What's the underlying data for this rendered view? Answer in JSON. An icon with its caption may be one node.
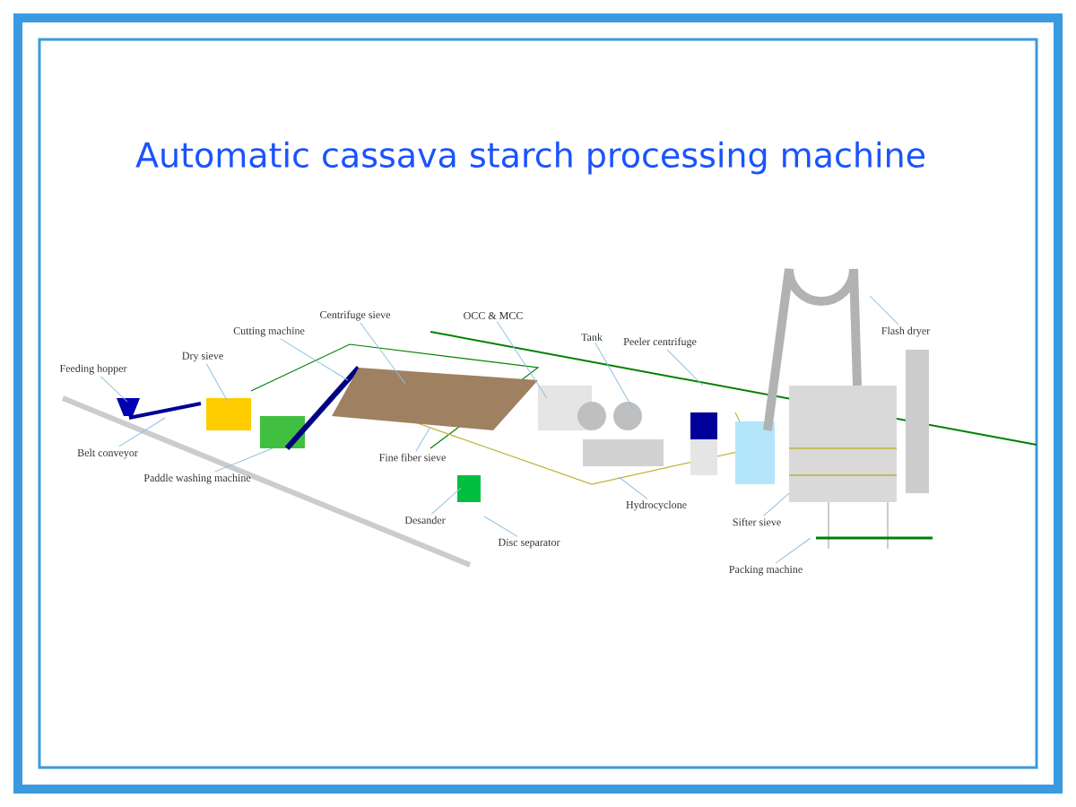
{
  "diagram": {
    "title": "Automatic cassava starch processing machine",
    "nodes": [
      {
        "text": [
          "Feeding hopper"
        ]
      },
      {
        "text": [
          "Dry sieve"
        ]
      },
      {
        "text": [
          "Cutting machine"
        ]
      },
      {
        "text": [
          "Centrifuge sieve"
        ]
      },
      {
        "text": [
          "OCC & MCC"
        ]
      },
      {
        "text": [
          "Tank"
        ]
      },
      {
        "text": [
          "Peeler centrifuge"
        ]
      },
      {
        "text": [
          "Flash dryer"
        ]
      },
      {
        "text": [
          "Belt conveyor"
        ]
      },
      {
        "text": [
          "Paddle washing machine"
        ]
      },
      {
        "text": [
          "Fine fiber sieve"
        ]
      },
      {
        "text": [
          "Desander"
        ]
      },
      {
        "text": [
          "Disc separator"
        ]
      },
      {
        "text": [
          "Hydrocyclone"
        ]
      },
      {
        "text": [
          "Sifter sieve"
        ]
      },
      {
        "text": [
          "Packing machine"
        ]
      }
    ],
    "edges": [
      {
        "from": 0,
        "to": null,
        "arrow": "none"
      },
      {
        "from": 1,
        "to": null,
        "arrow": "none"
      },
      {
        "from": 2,
        "to": null,
        "arrow": "none"
      },
      {
        "from": 3,
        "to": null,
        "arrow": "none"
      },
      {
        "from": 4,
        "to": null,
        "arrow": "none"
      },
      {
        "from": 5,
        "to": null,
        "arrow": "none"
      },
      {
        "from": 6,
        "to": null,
        "arrow": "none"
      },
      {
        "from": 7,
        "to": null,
        "arrow": "none"
      },
      {
        "from": 8,
        "to": null,
        "arrow": "none"
      },
      {
        "from": 9,
        "to": null,
        "arrow": "none"
      },
      {
        "from": 10,
        "to": null,
        "arrow": "none"
      },
      {
        "from": 11,
        "to": null,
        "arrow": "none"
      },
      {
        "from": 12,
        "to": null,
        "arrow": "none"
      },
      {
        "from": 13,
        "to": null,
        "arrow": "none"
      },
      {
        "from": 14,
        "to": null,
        "arrow": "none"
      },
      {
        "from": 15,
        "to": null,
        "arrow": "none"
      }
    ]
  }
}
